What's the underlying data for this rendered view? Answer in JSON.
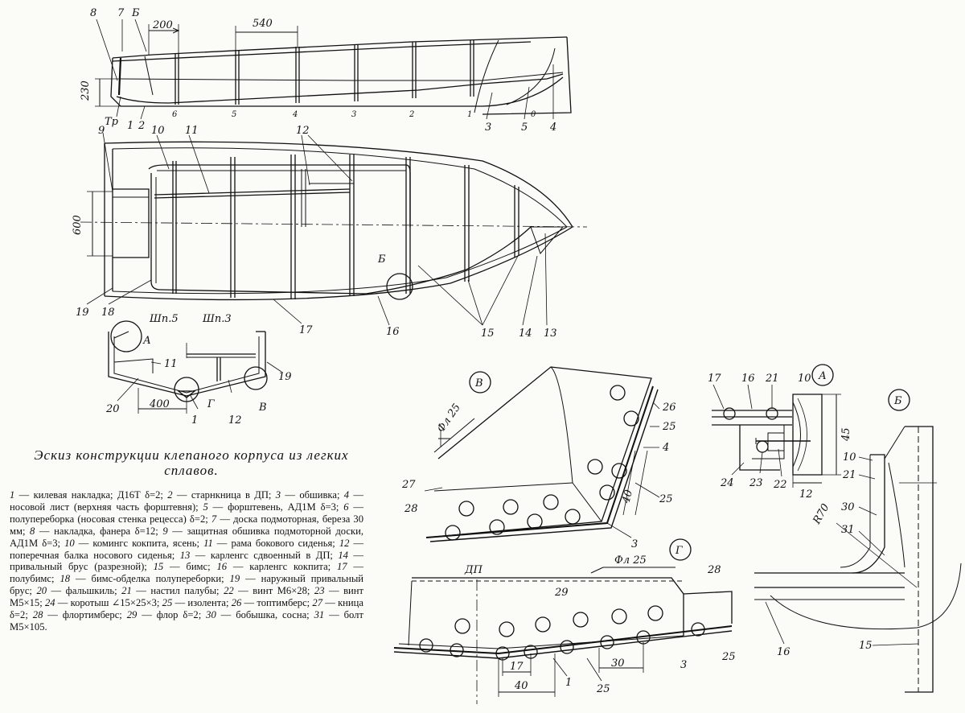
{
  "caption": {
    "title": "Эскиз конструкции клепаного корпуса из легких сплавов."
  },
  "legend": [
    {
      "n": "1",
      "text": "килевая накладка; Д16Т δ=2;"
    },
    {
      "n": "2",
      "text": "старнкница в ДП;"
    },
    {
      "n": "3",
      "text": "обшивка;"
    },
    {
      "n": "4",
      "text": "носовой лист (верхняя часть форштевня);"
    },
    {
      "n": "5",
      "text": "форштевень, АД1М δ=3;"
    },
    {
      "n": "6",
      "text": "полупереборка (носовая стенка рецесса) δ=2;"
    },
    {
      "n": "7",
      "text": "доска подмоторная, береза 30 мм;"
    },
    {
      "n": "8",
      "text": "накладка, фанера δ=12;"
    },
    {
      "n": "9",
      "text": "защитная обшивка подмоторной доски, АД1М δ=3;"
    },
    {
      "n": "10",
      "text": "комингс кокпита, ясень;"
    },
    {
      "n": "11",
      "text": "рама бокового сиденья;"
    },
    {
      "n": "12",
      "text": "поперечная балка носового сиденья;"
    },
    {
      "n": "13",
      "text": "карленгс сдвоенный в ДП;"
    },
    {
      "n": "14",
      "text": "привальный брус (разрезной);"
    },
    {
      "n": "15",
      "text": "бимс;"
    },
    {
      "n": "16",
      "text": "карленгс кокпита;"
    },
    {
      "n": "17",
      "text": "полубимс;"
    },
    {
      "n": "18",
      "text": "бимс-обделка полупереборки;"
    },
    {
      "n": "19",
      "text": "наружный привальный брус;"
    },
    {
      "n": "20",
      "text": "фальшкиль;"
    },
    {
      "n": "21",
      "text": "настил палубы;"
    },
    {
      "n": "22",
      "text": "винт М6×28;"
    },
    {
      "n": "23",
      "text": "винт М5×15;"
    },
    {
      "n": "24",
      "text": "коротыш ∠15×25×3;"
    },
    {
      "n": "25",
      "text": "изолента;"
    },
    {
      "n": "26",
      "text": "топтимберс;"
    },
    {
      "n": "27",
      "text": "кница δ=2;"
    },
    {
      "n": "28",
      "text": "флортимберс;"
    },
    {
      "n": "29",
      "text": "флор δ=2;"
    },
    {
      "n": "30",
      "text": "бобышка, сосна;"
    },
    {
      "n": "31",
      "text": "болт М5×105."
    }
  ],
  "side_view": {
    "dims": {
      "d200": "200",
      "d540": "540",
      "d230": "230"
    },
    "labels": {
      "n8": "8",
      "n7": "7",
      "b": "Б",
      "tr": "Тр",
      "n1": "1",
      "n2": "2",
      "n3": "3",
      "n5": "5",
      "n4": "4"
    },
    "frames": [
      "6",
      "5",
      "4",
      "3",
      "2",
      "1",
      "0"
    ]
  },
  "plan_view": {
    "dims": {
      "d600": "600"
    },
    "labels": {
      "n9": "9",
      "n10": "10",
      "n11": "11",
      "n12": "12",
      "b": "Б",
      "n19": "19",
      "n18": "18",
      "n17": "17",
      "n16": "16",
      "n15": "15",
      "n14": "14",
      "n13": "13"
    }
  },
  "section": {
    "titles": {
      "sp5": "Шп.5",
      "sp3": "Шп.3"
    },
    "dims": {
      "d400": "400"
    },
    "labels": {
      "a": "А",
      "n11": "11",
      "n20": "20",
      "n1": "1",
      "g": "Г",
      "n12": "12",
      "v": "В",
      "n19": "19"
    }
  },
  "detail_v": {
    "title": "В",
    "labels": {
      "fl25": "Фл 25",
      "n26": "26",
      "n25a": "25",
      "n4": "4",
      "n40": "40",
      "n25b": "25",
      "n27": "27",
      "n28": "28",
      "n3": "3"
    }
  },
  "detail_g": {
    "title": "Г",
    "labels": {
      "dp": "ДП",
      "fl25": "Фл 25",
      "n29": "29",
      "n28": "28",
      "n3": "3",
      "n25a": "25",
      "n17": "17",
      "n30": "30",
      "n40": "40",
      "n1": "1",
      "n25b": "25"
    }
  },
  "detail_a": {
    "title": "А",
    "labels": {
      "n17": "17",
      "n16": "16",
      "n21": "21",
      "n10": "10",
      "d45": "45",
      "d12": "12",
      "n24": "24",
      "n23": "23",
      "n22": "22"
    }
  },
  "detail_b": {
    "title": "Б",
    "labels": {
      "n10": "10",
      "n21": "21",
      "n30": "30",
      "r70": "R70",
      "n31": "31",
      "n16": "16",
      "n15": "15"
    }
  }
}
